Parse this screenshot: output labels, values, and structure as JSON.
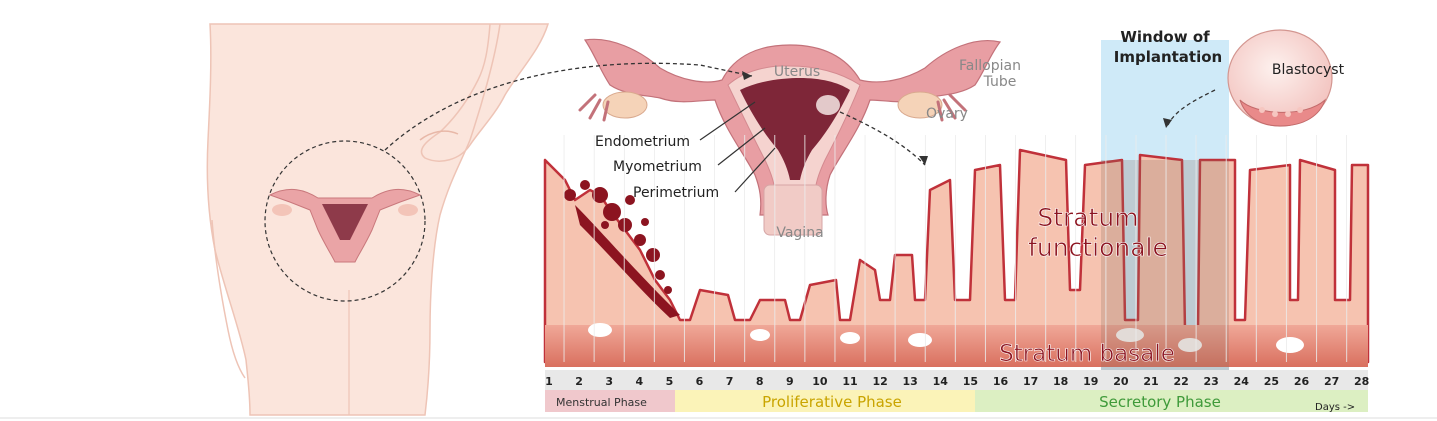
{
  "labels": {
    "uterus": "Uterus",
    "fallopian_tube_1": "Fallopian",
    "fallopian_tube_2": "Tube",
    "ovary": "Ovary",
    "vagina": "Vagina",
    "endometrium": "Endometrium",
    "myometrium": "Myometrium",
    "perimetrium": "Perimetrium",
    "window_1": "Window of",
    "window_2": "Implantation",
    "blastocyst": "Blastocyst",
    "stratum_functionale_1": "Stratum",
    "stratum_functionale_2": "functionale",
    "stratum_basale": "Stratum basale",
    "days_arrow": "Days ->"
  },
  "phases": [
    {
      "name": "Menstrual Phase",
      "color": "#f0c8cc"
    },
    {
      "name": "Proliferative Phase",
      "color": "#fbf3b8"
    },
    {
      "name": "Secretory Phase",
      "color": "#dcefc2"
    }
  ],
  "days": [
    "1",
    "2",
    "3",
    "4",
    "5",
    "6",
    "7",
    "8",
    "9",
    "10",
    "11",
    "12",
    "13",
    "14",
    "15",
    "16",
    "17",
    "18",
    "19",
    "20",
    "21",
    "22",
    "23",
    "24",
    "25",
    "26",
    "27",
    "28"
  ],
  "colors": {
    "tissue": "#f6c3b0",
    "tissue_outline": "#c0313a",
    "basale": "#e07f72",
    "skin": "#fbe3da",
    "window": "#bfe3f5",
    "blood": "#8c1420"
  }
}
